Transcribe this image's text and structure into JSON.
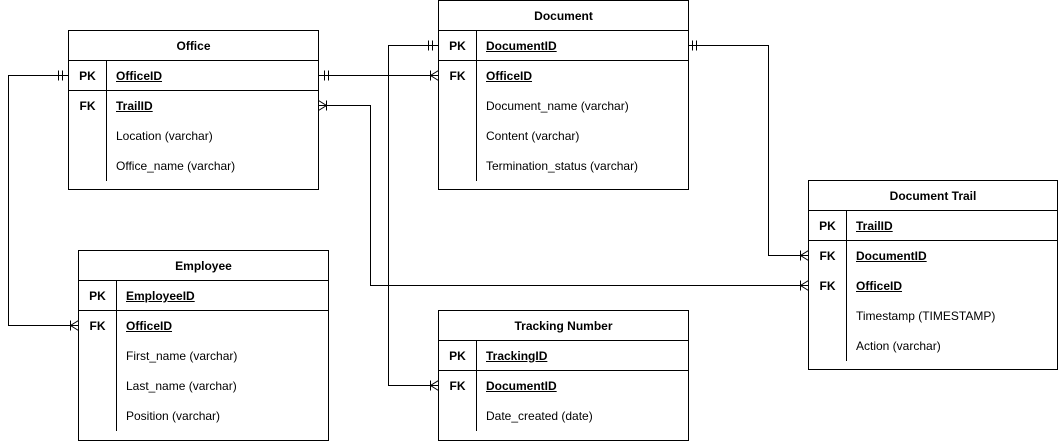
{
  "entities": {
    "office": {
      "title": "Office",
      "rows": [
        {
          "key": "PK",
          "attr": "OfficeID"
        },
        {
          "key": "FK",
          "attr": "TrailID"
        },
        {
          "key": "",
          "attr": "Location (varchar)"
        },
        {
          "key": "",
          "attr": "Office_name (varchar)"
        }
      ]
    },
    "document": {
      "title": "Document",
      "rows": [
        {
          "key": "PK",
          "attr": "DocumentID"
        },
        {
          "key": "FK",
          "attr": "OfficeID"
        },
        {
          "key": "",
          "attr": "Document_name (varchar)"
        },
        {
          "key": "",
          "attr": "Content (varchar)"
        },
        {
          "key": "",
          "attr": "Termination_status (varchar)"
        }
      ]
    },
    "employee": {
      "title": "Employee",
      "rows": [
        {
          "key": "PK",
          "attr": "EmployeeID"
        },
        {
          "key": "FK",
          "attr": "OfficeID"
        },
        {
          "key": "",
          "attr": "First_name (varchar)"
        },
        {
          "key": "",
          "attr": "Last_name (varchar)"
        },
        {
          "key": "",
          "attr": "Position (varchar)"
        }
      ]
    },
    "tracking": {
      "title": "Tracking Number",
      "rows": [
        {
          "key": "PK",
          "attr": "TrackingID"
        },
        {
          "key": "FK",
          "attr": "DocumentID"
        },
        {
          "key": "",
          "attr": "Date_created (date)"
        }
      ]
    },
    "trail": {
      "title": "Document Trail",
      "rows": [
        {
          "key": "PK",
          "attr": "TrailID"
        },
        {
          "key": "FK",
          "attr": "DocumentID"
        },
        {
          "key": "FK",
          "attr": "OfficeID"
        },
        {
          "key": "",
          "attr": "Timestamp (TIMESTAMP)"
        },
        {
          "key": "",
          "attr": "Action (varchar)"
        }
      ]
    }
  },
  "relationships": [
    {
      "from": "office.OfficeID",
      "to": "document.OfficeID",
      "from_end": "one",
      "to_end": "many"
    },
    {
      "from": "office.OfficeID",
      "to": "employee.OfficeID",
      "from_end": "one",
      "to_end": "many"
    },
    {
      "from": "document.DocumentID",
      "to": "tracking.DocumentID",
      "from_end": "one",
      "to_end": "many"
    },
    {
      "from": "document.DocumentID",
      "to": "trail.DocumentID",
      "from_end": "one",
      "to_end": "many"
    },
    {
      "from": "office.TrailID",
      "to": "trail.OfficeID",
      "from_end": "many",
      "to_end": "many"
    }
  ]
}
